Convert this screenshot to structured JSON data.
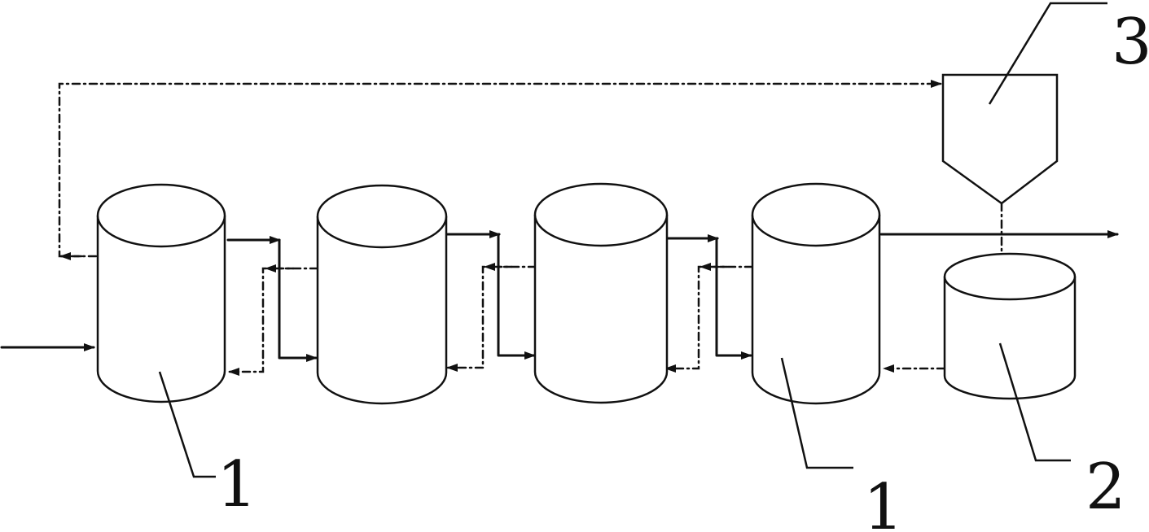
{
  "labels": {
    "tank_left": "1",
    "tank_right": "1",
    "vessel_2": "2",
    "hopper_3": "3"
  }
}
